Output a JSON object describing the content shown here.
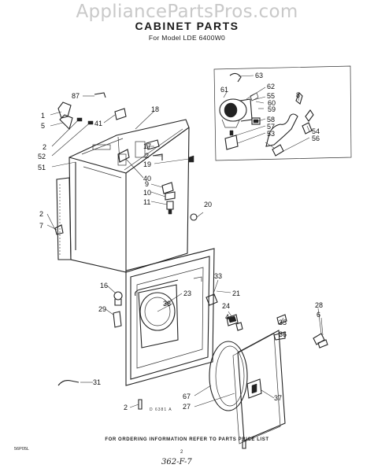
{
  "watermark": "AppliancePartsPros.com",
  "title": "CABINET PARTS",
  "subtitle": "For Model LDE 6400W0",
  "callouts": {
    "c87": "87",
    "c1": "1",
    "c5": "5",
    "c2a": "2",
    "c52": "52",
    "c51": "51",
    "c41": "41",
    "c18": "18",
    "c17": "17",
    "c2b": "2",
    "c19": "19",
    "c40": "40",
    "c9": "9",
    "c10": "10",
    "c11": "11",
    "c20": "20",
    "c2c": "2",
    "c7": "7",
    "c63": "63",
    "c61": "61",
    "c62": "62",
    "c55": "55",
    "c60": "60",
    "c59": "59",
    "c8": "8",
    "c58": "58",
    "c57": "57",
    "c53": "53",
    "c54": "54",
    "c56": "56",
    "c16": "16",
    "c23": "23",
    "c38": "38",
    "c33": "33",
    "c21": "21",
    "c29": "29",
    "c24": "24",
    "c4": "4",
    "c35": "35",
    "c36": "36",
    "c28": "28",
    "c6": "6",
    "c31": "31",
    "c67": "67",
    "c27": "27",
    "c37": "37",
    "c2d": "2"
  },
  "drawing_ref": "D 6381 A",
  "footnote": "FOR ORDERING INFORMATION REFER TO PARTS PRICE LIST",
  "page_code": "56P05L",
  "page_number": "2",
  "handwritten_note": "362-F-7"
}
